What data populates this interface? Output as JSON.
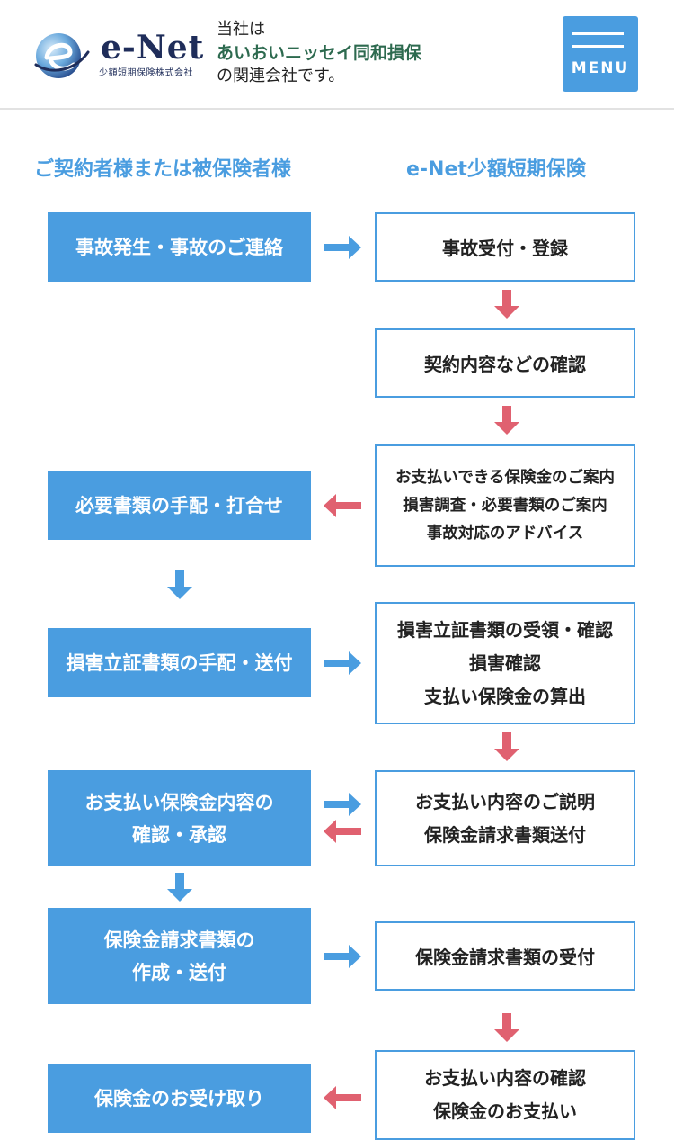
{
  "header": {
    "logo": {
      "name": "e-Net",
      "sub": "少額短期保険株式会社"
    },
    "tagline": {
      "line1": "当社は",
      "company": "あいおいニッセイ同和損保",
      "line3": "の関連会社です。"
    },
    "menu_label": "MENU"
  },
  "flow": {
    "left_heading": "ご契約者様または被保険者様",
    "right_heading": "e-Net少額短期保険",
    "left_boxes": [
      {
        "lines": [
          "事故発生・事故のご連絡"
        ]
      },
      {
        "lines": [
          "必要書類の手配・打合せ"
        ]
      },
      {
        "lines": [
          "損害立証書類の手配・送付"
        ]
      },
      {
        "lines": [
          "お支払い保険金内容の",
          "確認・承認"
        ]
      },
      {
        "lines": [
          "保険金請求書類の",
          "作成・送付"
        ]
      },
      {
        "lines": [
          "保険金のお受け取り"
        ]
      }
    ],
    "right_boxes": [
      {
        "lines": [
          "事故受付・登録"
        ]
      },
      {
        "lines": [
          "契約内容などの確認"
        ]
      },
      {
        "lines": [
          "お支払いできる保険金のご案内",
          "損害調査・必要書類のご案内",
          "事故対応のアドバイス"
        ]
      },
      {
        "lines": [
          "損害立証書類の受領・確認",
          "損害確認",
          "支払い保険金の算出"
        ]
      },
      {
        "lines": [
          "お支払い内容のご説明",
          "保険金請求書類送付"
        ]
      },
      {
        "lines": [
          "保険金請求書類の受付"
        ]
      },
      {
        "lines": [
          "お支払い内容の確認",
          "保険金のお支払い"
        ]
      }
    ],
    "colors": {
      "blue": "#4a9de0",
      "red": "#e06170",
      "text": "#222222"
    }
  }
}
